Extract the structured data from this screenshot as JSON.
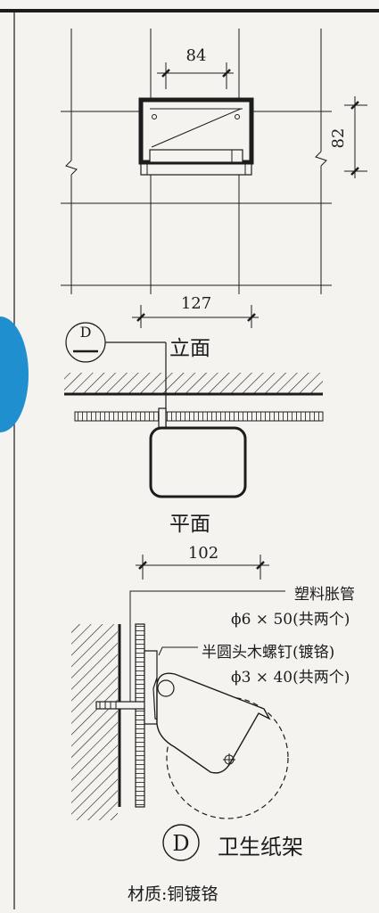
{
  "dimensions": {
    "top_width": "84",
    "side_height": "82",
    "overall_width": "127",
    "section_width": "102"
  },
  "views": {
    "elevation_label": "立面",
    "plan_label": "平面"
  },
  "section_marker": {
    "letter": "D"
  },
  "annotations": {
    "anchor_name": "塑料胀管",
    "anchor_spec": "ϕ6 × 50(共两个)",
    "screw_name": "半圆头木螺钉(镀铬)",
    "screw_spec": "ϕ3 × 40(共两个)"
  },
  "title_block": {
    "letter": "D",
    "title": "卫生纸架",
    "material": "材质:铜镀铬"
  },
  "colors": {
    "ink": "#1c1c1c",
    "paper": "#f4f3ef",
    "blue_tab": "#1f8fd0"
  }
}
